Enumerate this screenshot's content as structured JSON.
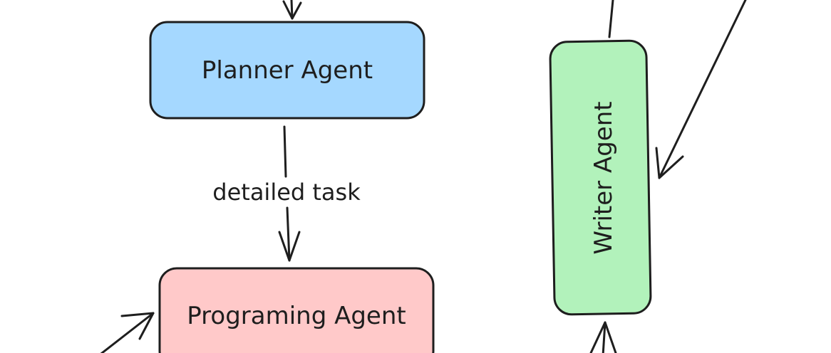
{
  "nodes": {
    "planner": {
      "label": "Planner Agent",
      "fill": "#a5d8ff"
    },
    "programming": {
      "label": "Programing Agent",
      "fill": "#ffc9c9"
    },
    "writer": {
      "label": "Writer Agent",
      "fill": "#b2f2bb"
    }
  },
  "edges": {
    "planner_to_programming": {
      "label": "detailed task"
    }
  },
  "colors": {
    "stroke": "#1e1e1e",
    "background": "#ffffff"
  }
}
